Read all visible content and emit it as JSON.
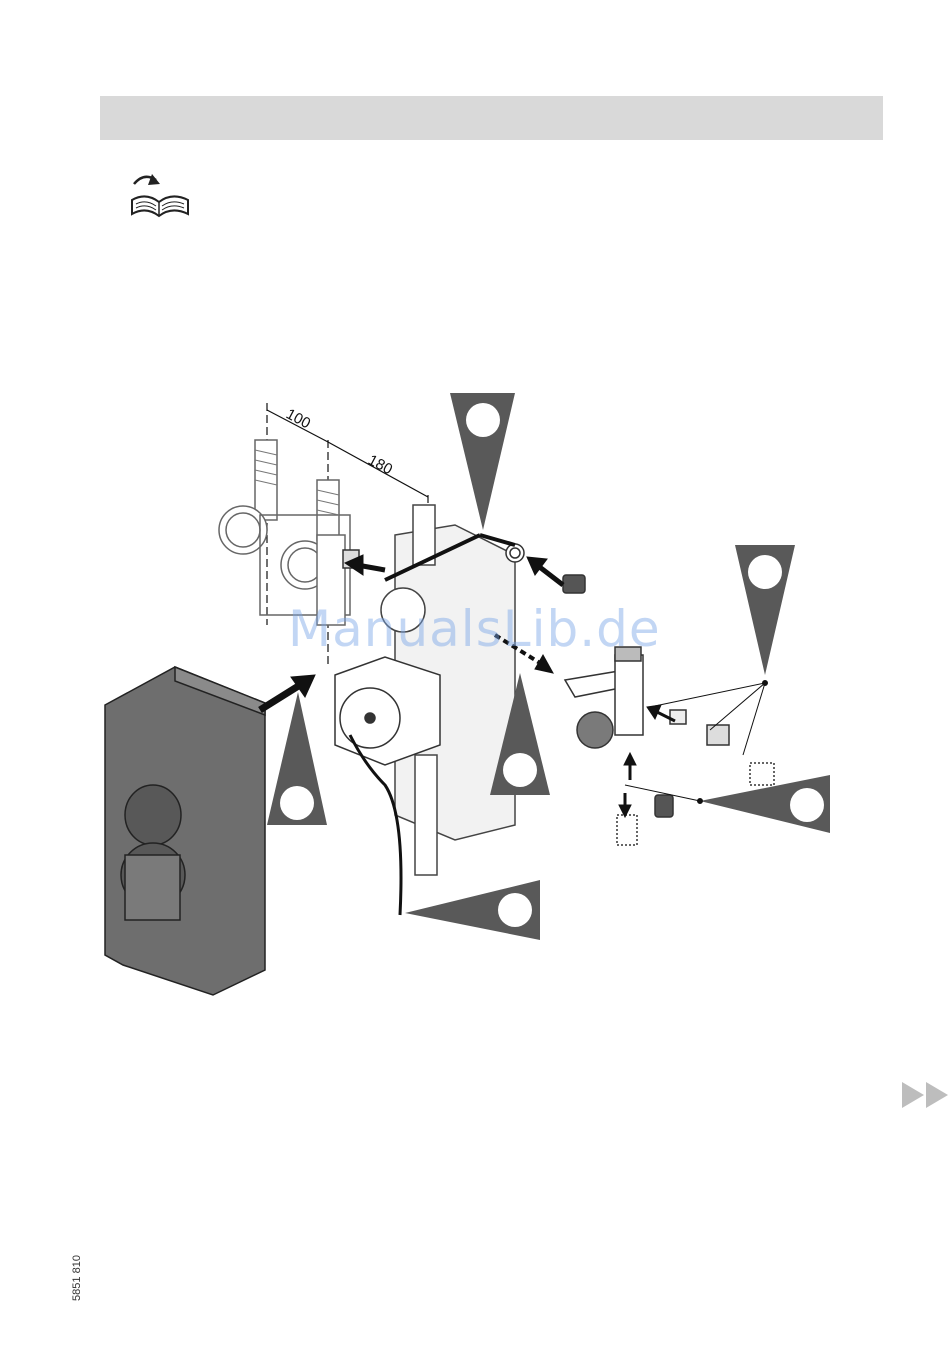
{
  "header": {
    "title": ""
  },
  "icons": {
    "manual": "open-book-icon",
    "next_page": "double-arrow-right-icon"
  },
  "figure": {
    "dimension_1": "100",
    "dimension_2": "180"
  },
  "watermark": "ManualsLib.de",
  "doc_number": "5851 810",
  "colors": {
    "callout": "#595959",
    "cover": "#6e6e6e",
    "header_bar": "#d9d9d9",
    "watermark": "#78a5e6"
  }
}
